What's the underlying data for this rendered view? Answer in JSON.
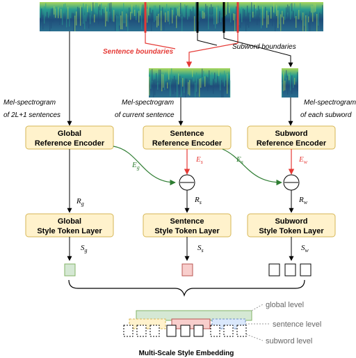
{
  "labels": {
    "sentence_boundaries": "Sentence boundaries",
    "subword_boundaries": "Subword boundaries",
    "mel_global_l1": "Mel-spectrogram",
    "mel_global_l2": "of 2L+1 sentences",
    "mel_sentence_l1": "Mel-spectrogram",
    "mel_sentence_l2": "of current sentence",
    "mel_subword_l1": "Mel-spectrogram",
    "mel_subword_l2": "of each subword"
  },
  "encoders": {
    "global": {
      "line1": "Global",
      "line2": "Reference Encoder"
    },
    "sentence": {
      "line1": "Sentence",
      "line2": "Reference Encoder"
    },
    "subword": {
      "line1": "Subword",
      "line2": "Reference Encoder"
    }
  },
  "token_layers": {
    "global": {
      "line1": "Global",
      "line2": "Style Token Layer"
    },
    "sentence": {
      "line1": "Sentence",
      "line2": "Style Token Layer"
    },
    "subword": {
      "line1": "Subword",
      "line2": "Style Token Layer"
    }
  },
  "symbols": {
    "e_global": "E",
    "e_global_sub": "g",
    "e_sent_in": "E",
    "e_sent_in_sub": "s",
    "e_sent_out": "E",
    "e_sent_out_sub": "s",
    "e_sub_in": "E",
    "e_sub_in_sub": "w",
    "r_global": "R",
    "r_global_sub": "g",
    "r_sent": "R",
    "r_sent_sub": "s",
    "r_sub": "R",
    "r_sub_sub": "w",
    "s_global": "S",
    "s_global_sub": "g",
    "s_sent": "S",
    "s_sent_sub": "s",
    "s_sub": "S",
    "s_sub_sub": "w"
  },
  "levels": {
    "global": "global level",
    "sentence": "sentence level",
    "subword": "subword level"
  },
  "footer": {
    "title": "Multi-Scale Style Embedding"
  },
  "colors": {
    "box_fill": "#fff2cc",
    "box_stroke": "#d6b656",
    "red": "#e53935",
    "green": "#2e7d32",
    "global_fill": "#d5e8d4",
    "global_stroke": "#82b366",
    "sentence_fill": "#f8cecc",
    "sentence_stroke": "#b85450",
    "subword_fill": "#dae8fc",
    "subword_stroke": "#6c8ebf",
    "spectrogram_dark": "#1f4e7a",
    "spectrogram_mid": "#2a9d8f",
    "spectrogram_light": "#a8d65a"
  }
}
